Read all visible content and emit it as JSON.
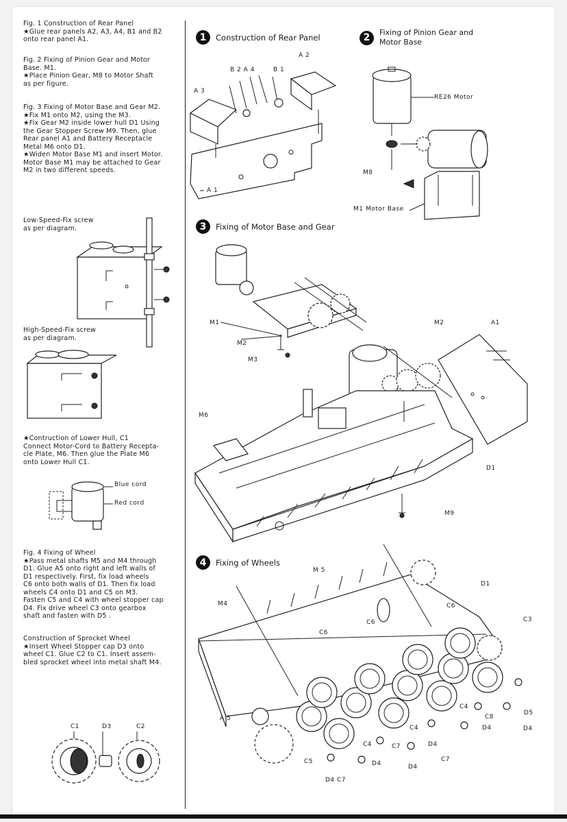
{
  "left": {
    "fig1": "Fig. 1  Construction of Rear Panel\n★Glue rear panels A2, A3, A4, B1 and B2\nonto rear panel A1.",
    "fig2": "Fig. 2  Fixing of Pinion Gear and Motor\nBase. M1.\n★Place Pinion Gear, M8 to Motor Shaft\nas per figure.",
    "fig3": "Fig. 3  Fixing of Motor Base and Gear M2.\n★Fix M1 onto M2, using the M3.\n★Fix Gear M2 inside lower hull D1 Using\nthe Gear Stopper Screw M9. Then, glue\nRear panel  A1  and  Battery Receptacle\nMetal M6 onto D1.\n★Widen Motor Base M1 and insert Motor.\nMotor Base M1 may be attached to Gear\nM2 in two different speeds.",
    "low_speed": "Low-Speed-Fix screw\nas per diagram.",
    "high_speed": "High-Speed-Fix screw\nas per diagram.",
    "lower_hull": "★Contruction of Lower Hull, C1\nConnect Motor-Cord to Battery Recepta-\ncle Plate, M6.  Then glue the  Plate  M6\nonto Lower Hull C1.",
    "blue_cord": "Blue cord",
    "red_cord": "Red cord",
    "fig4": "Fig. 4  Fixing of Wheel\n★Pass metal shafts M5 and M4 through\nD1.  Glue A5 onto right and left walls of\nD1 respectively.  First, fix load  wheels\nC6 onto both walls of D1.  Then fix load\nwheels C4 onto D1 and C5 on M3.\nFasten C5 and C4 with wheel stopper cap\nD4.  Fix drive wheel  C3  onto  gearbox\nshaft and fasten with D5 .",
    "sprocket": "Construction of Sprocket Wheel\n★Insert Wheel Stopper cap D3 onto\nwheel C1.  Glue C2 to C1.  Insert assem-\nbled sprocket wheel into metal shaft M4.",
    "c1": "C1",
    "d3": "D3",
    "c2": "C2"
  },
  "steps": {
    "s1": {
      "num": "1",
      "title": "Construction of Rear Panel"
    },
    "s2": {
      "num": "2",
      "title": "Fixing of Pinion Gear and\nMotor Base"
    },
    "s3": {
      "num": "3",
      "title": "Fixing of Motor Base and Gear"
    },
    "s4": {
      "num": "4",
      "title": "Fixing of Wheels"
    }
  },
  "labels": {
    "a2": "A 2",
    "b2a4": "B 2 A 4",
    "b1": "B 1",
    "a3": "A 3",
    "a1": "A 1",
    "re26": "RE26 Motor",
    "m8": "M8",
    "m1base": "M1 Motor Base",
    "m1": "M1",
    "m2a": "M2",
    "m3": "M3",
    "m2b": "M2",
    "a1b": "A1",
    "m6": "M6",
    "d1": "D1",
    "m9": "M9",
    "m5": "M 5",
    "d1b": "D1",
    "m4": "M4",
    "c6a": "C6",
    "c6b": "C6",
    "c6c": "C6",
    "c3": "C3",
    "a5": "A 5",
    "c4a": "C4",
    "c8": "C8",
    "d5": "D5",
    "d4a": "D4",
    "d4b": "D4",
    "c4b": "C4",
    "c4c": "C4",
    "c7a": "C7",
    "d4c": "D4",
    "c5": "C5",
    "d4d": "D4",
    "d4e": "D4",
    "c7b": "C7",
    "d4c7": "D4  C7"
  }
}
